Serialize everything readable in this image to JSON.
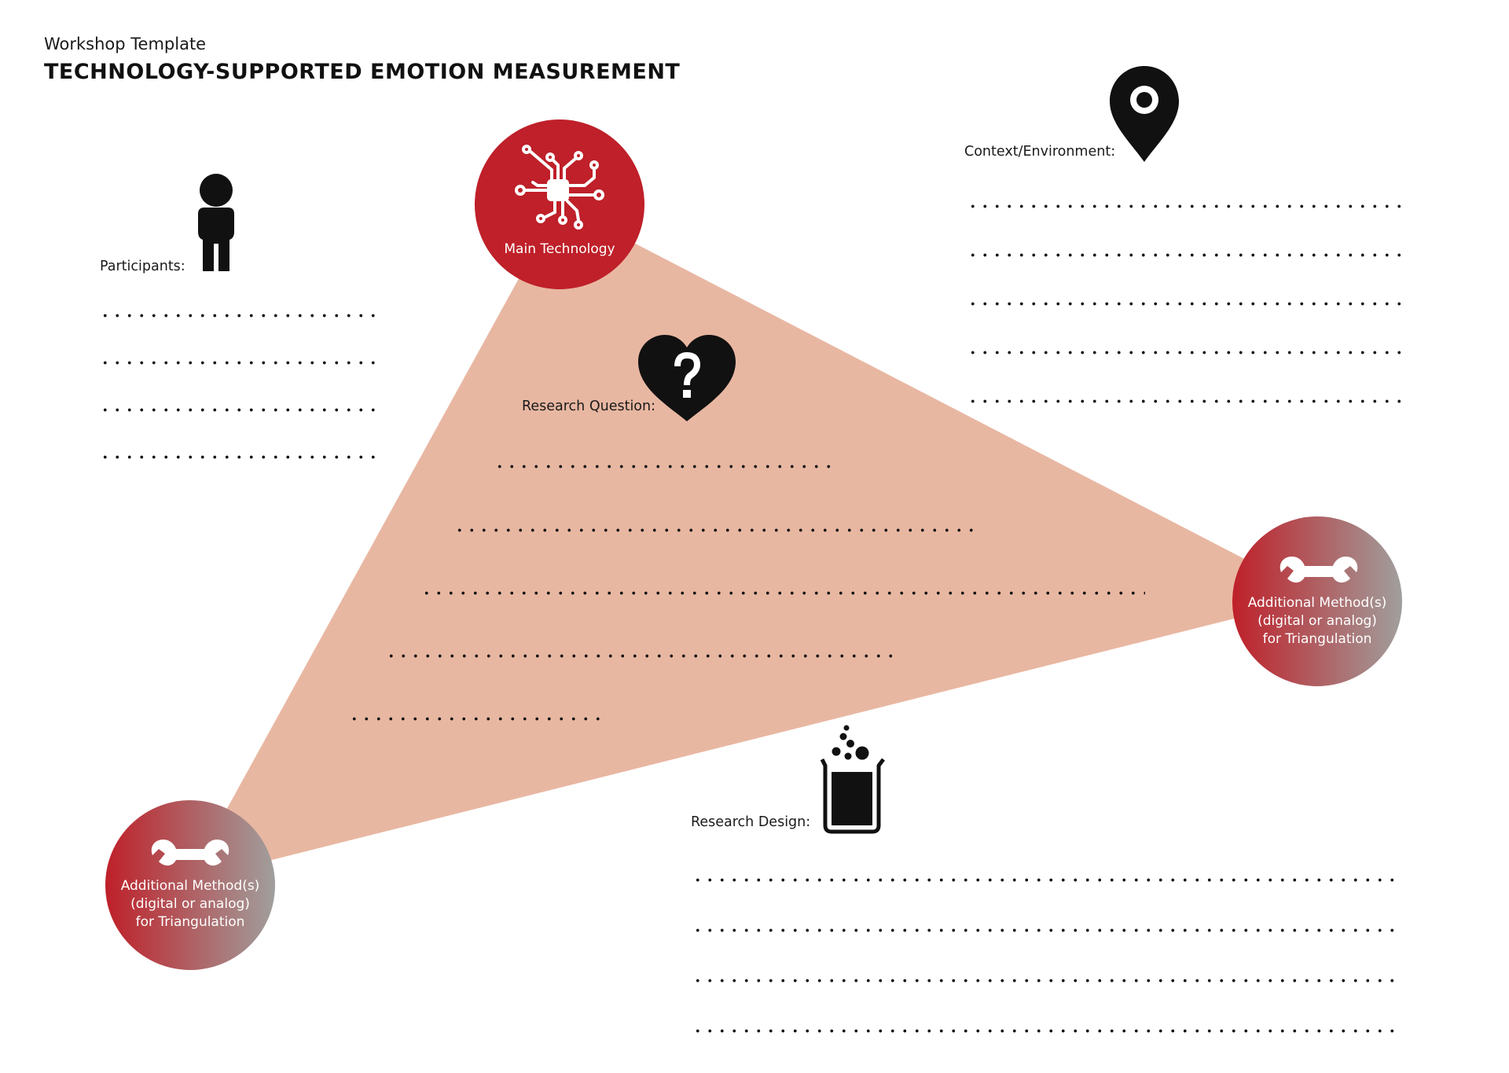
{
  "header": {
    "subtitle": "Workshop Template",
    "title": "TECHNOLOGY-SUPPORTED EMOTION MEASUREMENT"
  },
  "colors": {
    "accent_red": "#bf2029",
    "triangle_fill": "#e8b7a2",
    "gradient_gray": "#a09f9d",
    "ink": "#111111"
  },
  "participants": {
    "label": "Participants:",
    "icon": "person-icon",
    "lines": 4
  },
  "main_technology": {
    "label": "Main Technology",
    "icon": "circuit-chip-icon"
  },
  "context": {
    "label": "Context/Environment:",
    "icon": "map-pin-icon",
    "lines": 5
  },
  "research_question": {
    "label": "Research Question:",
    "icon": "heart-question-icon",
    "lines": 5
  },
  "additional_method_right": {
    "icon": "wrench-icon",
    "line1": "Additional Method(s)",
    "line2": "(digital or analog)",
    "line3": "for Triangulation"
  },
  "additional_method_left": {
    "icon": "wrench-icon",
    "line1": "Additional Method(s)",
    "line2": "(digital or analog)",
    "line3": "for Triangulation"
  },
  "research_design": {
    "label": "Research Design:",
    "icon": "beaker-icon",
    "lines": 4
  }
}
